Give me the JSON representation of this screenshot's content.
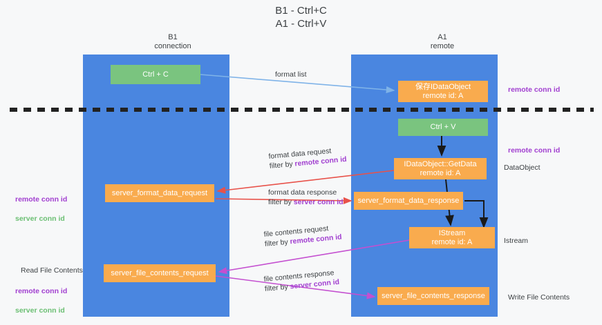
{
  "title": "B1 - Ctrl+C\nA1 - Ctrl+V",
  "columns": {
    "left": "B1\nconnection",
    "right": "A1\nremote"
  },
  "nodes": {
    "ctrl_c": "Ctrl + C",
    "idataobject": "保存IDataObject\nremote id: A",
    "ctrl_v": "Ctrl + V",
    "getdata": "IDataObject::GetData\nremote id: A",
    "format_data_request": "server_format_data_request",
    "format_data_response": "server_format_data_response",
    "istream": "IStream\nremote id: A",
    "file_contents_request": "server_file_contents_request",
    "file_contents_response": "server_file_contents_response"
  },
  "edge_labels": {
    "format_list": "format list",
    "format_data_request": {
      "line1": "format data request",
      "line2_prefix": "filter by ",
      "line2_key": "remote conn id"
    },
    "format_data_response": {
      "line1": "format data response",
      "line2_prefix": "filter by ",
      "line2_key": "server conn id"
    },
    "file_contents_request": {
      "line1": "file contents request",
      "line2_prefix": "filter by ",
      "line2_key": "remote conn id"
    },
    "file_contents_response": {
      "line1": "file contents response",
      "line2_prefix": "filter by ",
      "line2_key": "server conn id"
    }
  },
  "annotations": {
    "remote_conn_id_top": "remote conn id",
    "remote_conn_id_mid": "remote conn id",
    "data_object": "DataObject",
    "istream": "Istream",
    "write_file_contents": "Write File Contents",
    "read_file_contents": "Read File Contents",
    "conn_ids_upper": {
      "remote": "remote conn id",
      "server": "server conn id"
    },
    "conn_ids_lower": {
      "remote": "remote conn id",
      "server": "server conn id"
    }
  },
  "colors": {
    "lane": "#4a86e0",
    "green_node": "#7ac47f",
    "orange_node": "#f9ab4e",
    "highlight_purple": "#a13fd0",
    "highlight_green": "#6bbf73",
    "arrow_blue": "#7fb3e8",
    "arrow_red": "#e8524a",
    "arrow_magenta": "#c44fd0",
    "arrow_black": "#1a1a1a",
    "divider": "#222222",
    "background": "#f7f8f9"
  }
}
